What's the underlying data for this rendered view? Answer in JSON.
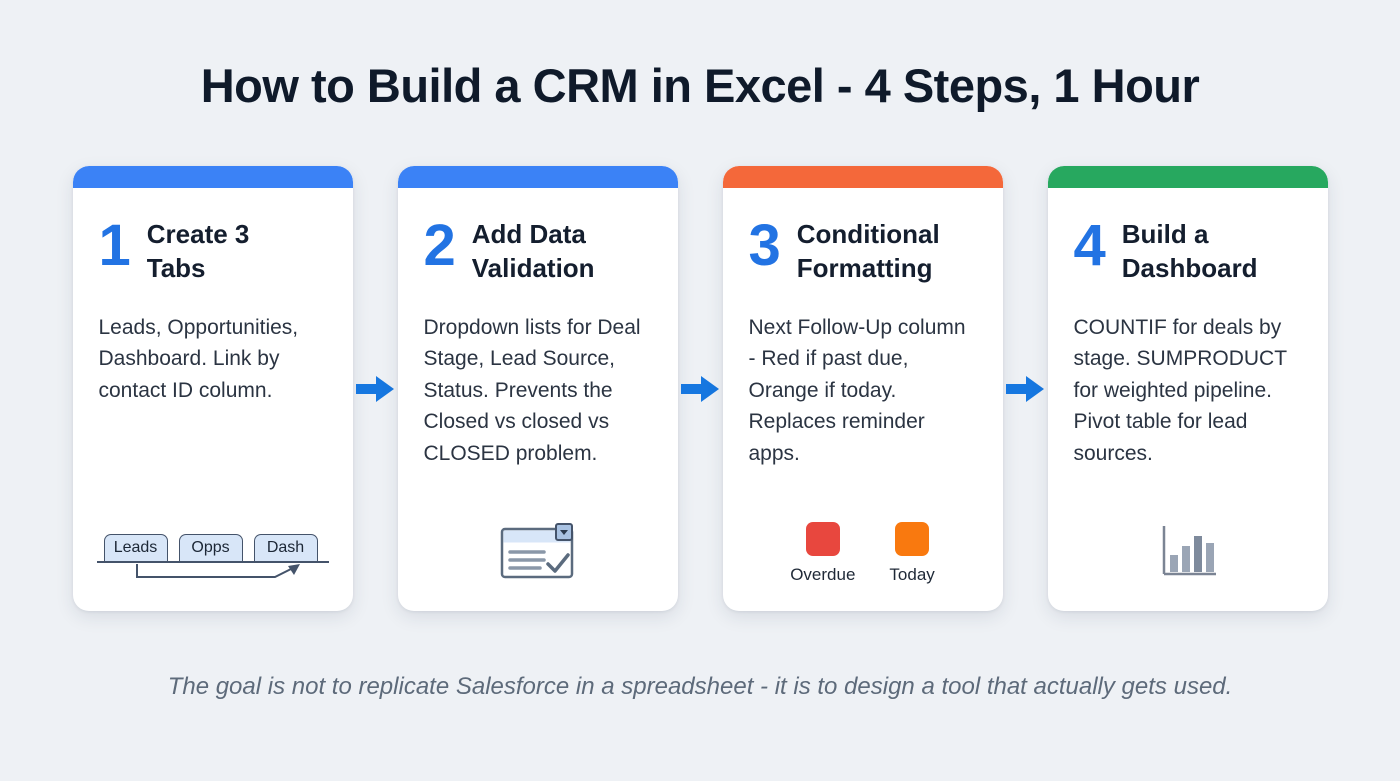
{
  "page": {
    "title": "How to Build a CRM in Excel - 4 Steps, 1 Hour",
    "footer": "The goal is not to replicate Salesforce in a spreadsheet - it is to design a tool that actually gets used."
  },
  "colors": {
    "step_number_blue": "#2273e3",
    "arrow_blue": "#1677e0",
    "bar_blue": "#3b82f6",
    "bar_orange": "#f4683a",
    "bar_green": "#27a85f"
  },
  "cards": [
    {
      "number": "1",
      "heading": "Create 3 Tabs",
      "body": "Leads, Opportunities, Dashboard. Link by contact ID column.",
      "accent": "#3b82f6",
      "tabs": [
        "Leads",
        "Opps",
        "Dash"
      ]
    },
    {
      "number": "2",
      "heading": "Add Data Validation",
      "body": "Dropdown lists for Deal Stage, Lead Source, Status. Prevents the Closed vs closed vs CLOSED problem.",
      "accent": "#3b82f6"
    },
    {
      "number": "3",
      "heading": "Conditional Formatting",
      "body": "Next Follow-Up column - Red if past due, Orange if today. Replaces reminder apps.",
      "accent": "#f4683a",
      "legend": [
        {
          "label": "Overdue",
          "color": "#e8473e"
        },
        {
          "label": "Today",
          "color": "#f9790f"
        }
      ]
    },
    {
      "number": "4",
      "heading": "Build a Dashboard",
      "body": "COUNTIF for deals by stage. SUMPRODUCT for weighted pipeline. Pivot table for lead sources.",
      "accent": "#27a85f"
    }
  ]
}
